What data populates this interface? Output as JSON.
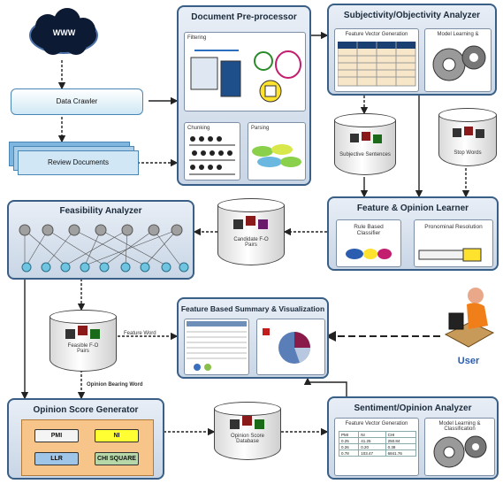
{
  "nodes": {
    "www": "WWW",
    "data_crawler": "Data Crawler",
    "review_documents": "Review Documents",
    "doc_preprocessor": {
      "title": "Document Pre-processor",
      "filtering": "Filtering",
      "chunking": "Chunking",
      "parsing": "Parsing"
    },
    "subj_obj_analyzer": {
      "title": "Subjectivity/Objectivity Analyzer",
      "feature_vector_generation": "Feature Vector Generation",
      "model_learning": "Model Learning &"
    },
    "subjective_sentences": "Subjective Sentences",
    "stop_words": "Stop Words",
    "feature_opinion_learner": {
      "title": "Feature & Opinion Learner",
      "rule_based_classifier": "Rule Based Classifier",
      "pronominal_resolution": "Pronominal Resolution"
    },
    "candidate_fo_pairs": "Candidate F-O Pairs",
    "feasibility_analyzer": "Feasibility Analyzer",
    "feasible_fo_pairs": "Feasible F-O Pairs",
    "feature_summary": "Feature Based Summary & Visualization",
    "feature_word": "Feature Word",
    "opinion_bearing_word": "Opinion Bearing Word",
    "user": "User",
    "opinion_score_generator": {
      "title": "Opinion Score Generator",
      "buttons": [
        "PMI",
        "NI",
        "LLR",
        "CHI SQUARE"
      ]
    },
    "opinion_score_database": "Opinion Score Database",
    "sentiment_analyzer": {
      "title": "Sentiment/Opinion Analyzer",
      "feature_vector_generation": "Feature Vector Generation",
      "model_learning": "Model Learning & Classification",
      "table": [
        [
          "PMI",
          "NI",
          "CHI"
        ],
        [
          "0.25",
          "41.25",
          "250.84"
        ],
        [
          "0.26",
          "0.20",
          "0.38"
        ],
        [
          "0.78",
          "103.47",
          "6841.76"
        ]
      ]
    }
  },
  "colors": {
    "box_border": "#3a5f86",
    "user_text": "#2a5db0",
    "pmi_bg": "#f4f4f4",
    "ni_bg": "#ffff33",
    "llr_bg": "#9fc5e8",
    "chi_bg": "#b6d7a8"
  }
}
